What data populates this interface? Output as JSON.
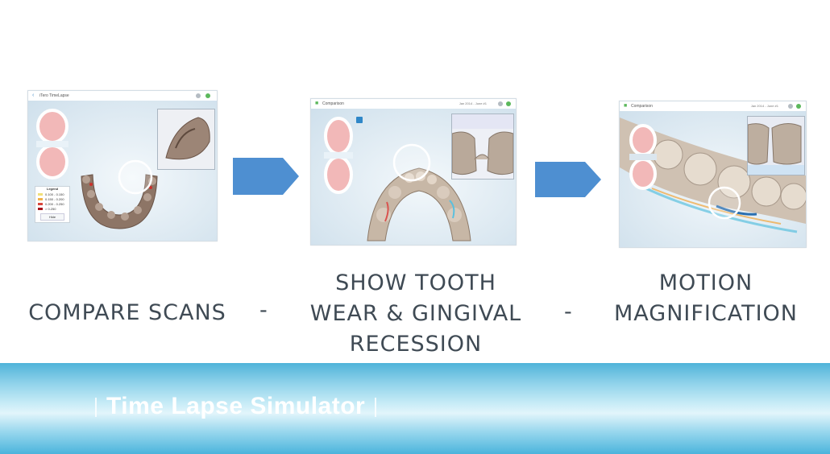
{
  "screens": [
    {
      "title": "iTero TimeLapse",
      "legend": {
        "title": "Legend",
        "rows": [
          "0.100 - 0.150",
          "0.150 - 0.200",
          "0.200 - 0.250",
          "> 0.250"
        ],
        "colors": [
          "#f1e07a",
          "#f0b24a",
          "#d8463c",
          "#a8161d"
        ],
        "button": "Hide"
      }
    },
    {
      "title": "Comparison",
      "menu": "Jan 2014 - June #1"
    },
    {
      "title": "Comparison",
      "menu": "Jan 2014 - June #1"
    }
  ],
  "captions": {
    "first": "COMPARE SCANS",
    "second_lines": [
      "SHOW TOOTH",
      "WEAR & GINGIVAL",
      "RECESSION"
    ],
    "third_lines": [
      "MOTION",
      "MAGNIFICATION"
    ],
    "separator": "-"
  },
  "banner": {
    "title": "Time Lapse Simulator",
    "bar_left": "|",
    "bar_right": "|"
  },
  "colors": {
    "arrow": "#4e8fd1",
    "caption": "#3f4a54",
    "banner_dark": "#4fb3d9",
    "gum": "#f2b8b8",
    "tooth": "#ffffff"
  },
  "icons": [
    "back-icon",
    "settings-icon",
    "help-icon",
    "arrow-right-icon",
    "magnifier-icon"
  ]
}
